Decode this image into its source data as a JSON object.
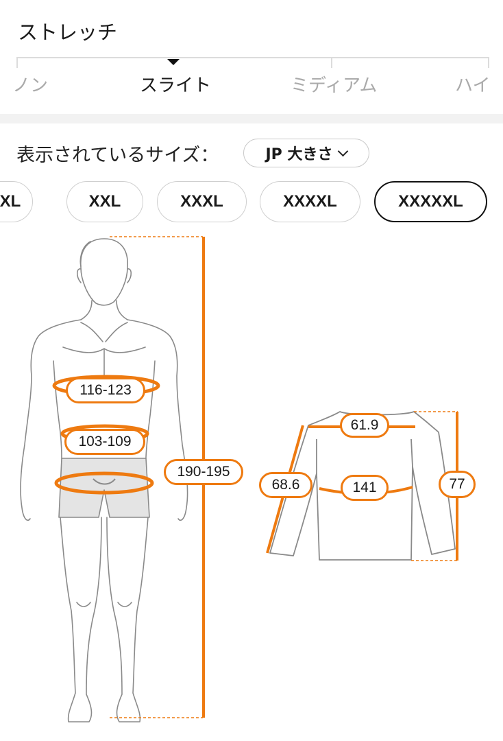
{
  "stretch": {
    "title": "ストレッチ",
    "levels": [
      "ノン",
      "スライト",
      "ミディアム",
      "ハイ"
    ],
    "selected": "スライト"
  },
  "size_filter": {
    "caption": "表示されているサイズ：",
    "region_label": "JP 大きさ",
    "chips": [
      "XL",
      "XXL",
      "XXXL",
      "XXXXL",
      "XXXXXL"
    ],
    "selected": "XXXXXL"
  },
  "body_measurements": {
    "chest": "116-123",
    "waist": "103-109",
    "height": "190-195"
  },
  "garment_measurements": {
    "shoulder": "61.9",
    "chest": "141",
    "sleeve": "68.6",
    "length": "77"
  },
  "colors": {
    "accent": "#ee7a10",
    "outline": "#8a8a8a",
    "selected_border": "#111111"
  }
}
